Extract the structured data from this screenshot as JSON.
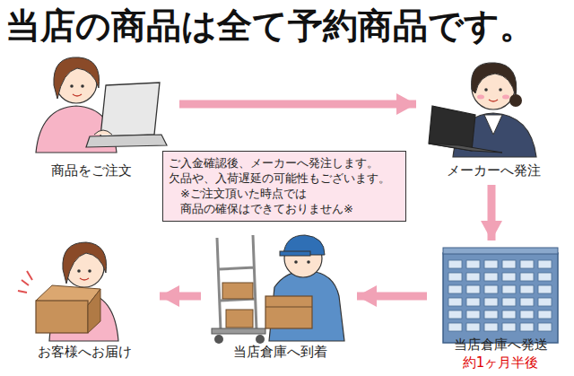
{
  "diagram": {
    "title": "当店の商品は全て予約商品です。",
    "nodes": [
      {
        "text": [
          "商品をご注文"
        ]
      },
      {
        "text": [
          "メーカーへ発注"
        ]
      },
      {
        "text": [
          "当店倉庫へ発送",
          "約1ヶ月半後"
        ]
      },
      {
        "text": [
          "当店倉庫へ到着"
        ]
      },
      {
        "text": [
          "お客様へお届け"
        ]
      },
      {
        "text": [
          "ご入金確認後、メーカーへ発注します。",
          "欠品や、入荷遅延の可能性もございます。",
          "※ご注文頂いた時点では 商品の確保はできておりません※"
        ]
      }
    ],
    "edges": [
      {
        "from": 0,
        "to": 1,
        "arrow": "to"
      },
      {
        "from": 1,
        "to": 2,
        "arrow": "to"
      },
      {
        "from": 2,
        "to": 3,
        "arrow": "to"
      },
      {
        "from": 3,
        "to": 4,
        "arrow": "to"
      }
    ]
  }
}
